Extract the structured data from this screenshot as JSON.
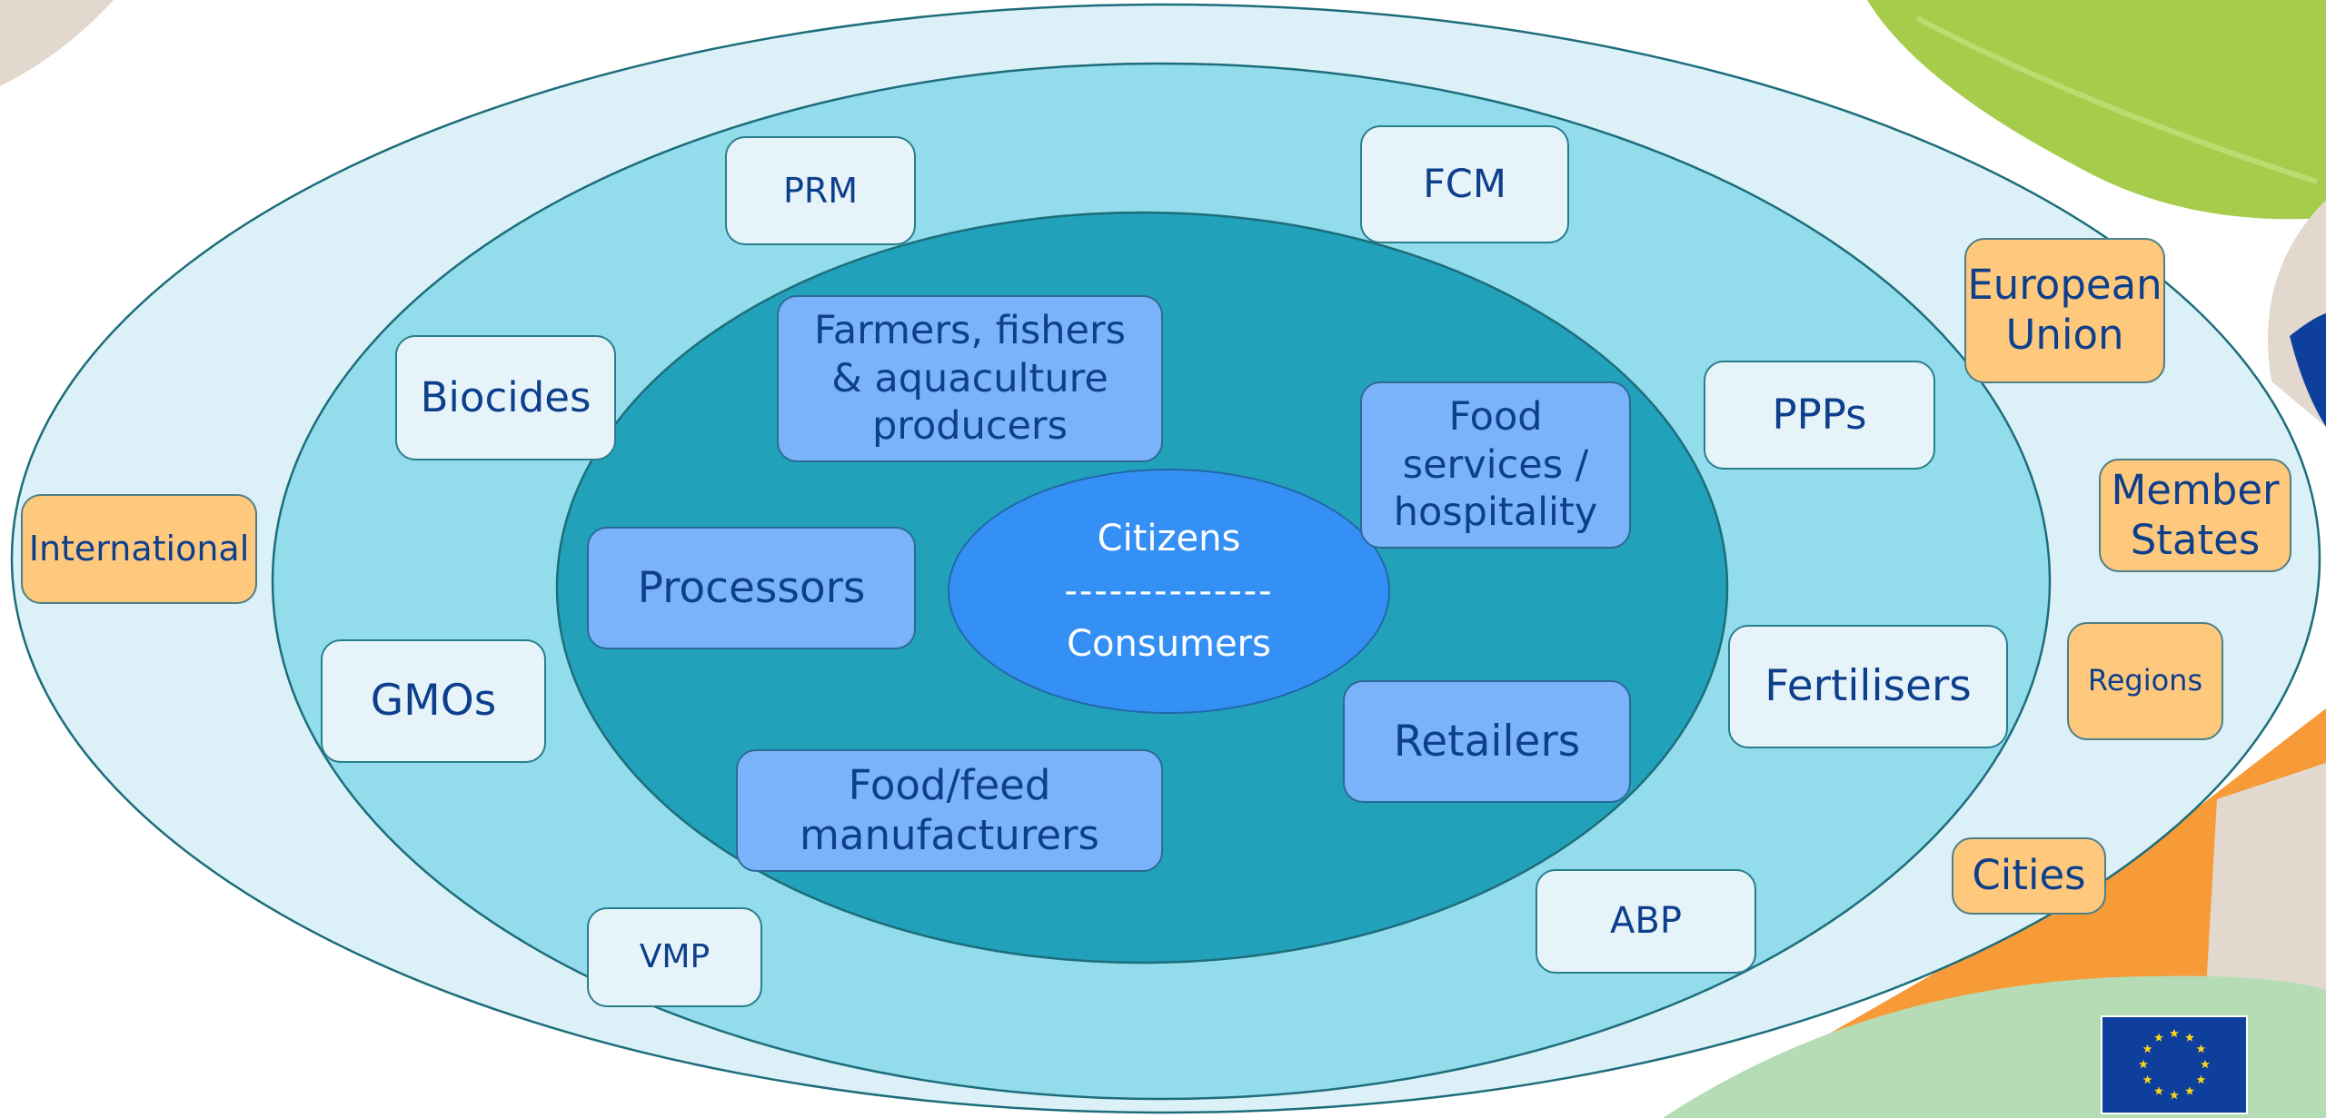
{
  "core": {
    "top": "Citizens",
    "divider": "--------------",
    "bottom": "Consumers"
  },
  "regulatory_areas": [
    "PRM",
    "FCM",
    "Biocides",
    "PPPs",
    "GMOs",
    "Fertilisers",
    "VMP",
    "ABP"
  ],
  "actors": [
    "Farmers, fishers\n& aquaculture\nproducers",
    "Food\nservices /\nhospitality",
    "Processors",
    "Retailers",
    "Food/feed\nmanufacturers"
  ],
  "levels": [
    "International",
    "European\nUnion",
    "Member\nStates",
    "Regions",
    "Cities"
  ],
  "colors": {
    "outer_ring": "#dcf1f7",
    "middle_ring": "#92dcec",
    "inner_ring": "#22a1ba",
    "core": "#3590f6",
    "actor_box": "#7ab3fa",
    "regulatory_box": "#e6f4fa",
    "level_box": "#fec87d",
    "text": "#0e3f8c",
    "eu_flag": "#0f3f9c",
    "eu_star": "#ffd617"
  }
}
